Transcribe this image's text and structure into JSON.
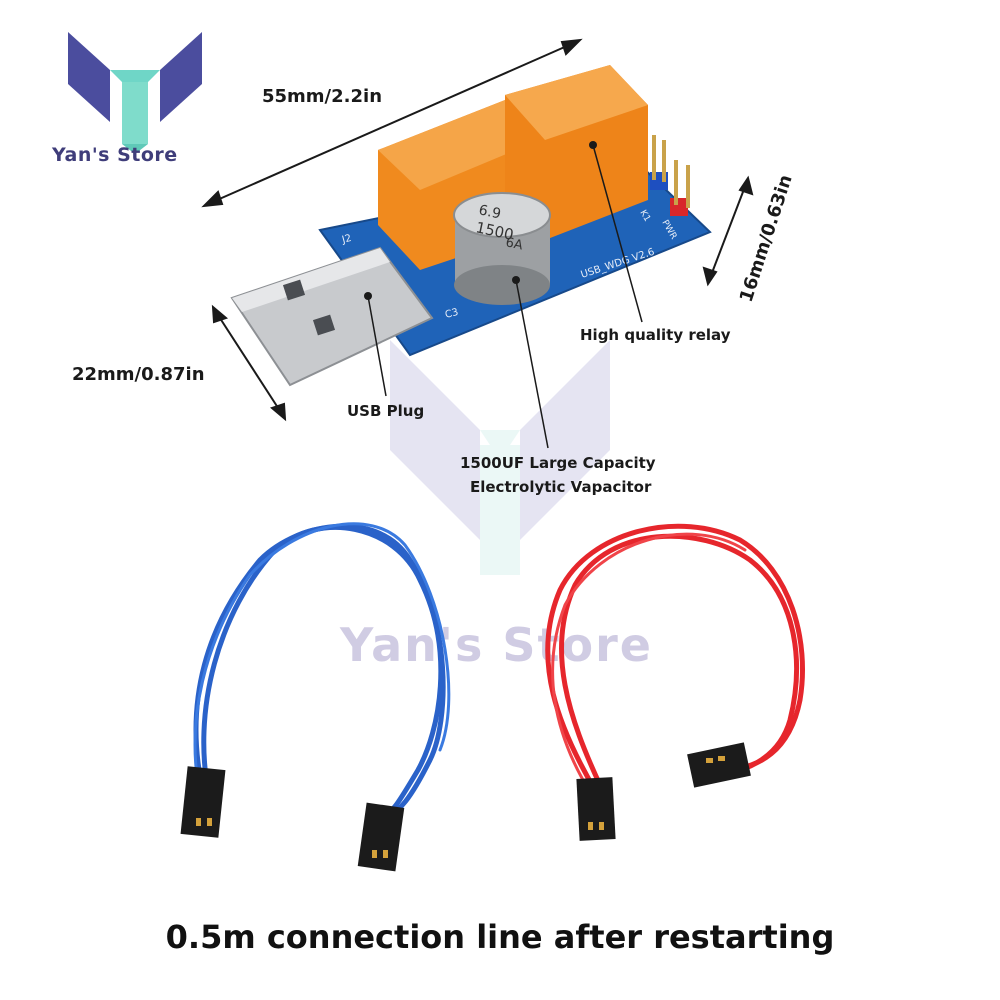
{
  "store": {
    "logo_text": "Yan's Store",
    "watermark_text": "Yan's Store"
  },
  "product": {
    "capacitor_marking_1": "6.9",
    "capacitor_marking_2": "1500",
    "capacitor_marking_3": "6A",
    "board_label": "USB_WDG V2.6",
    "j2_label": "J2",
    "c3_label": "C3",
    "k1_label": "K1",
    "pwr_label": "PWR"
  },
  "dimensions": {
    "length": "55mm/2.2in",
    "width": "22mm/0.87in",
    "height": "16mm/0.63in"
  },
  "callouts": {
    "relay": "High quality relay",
    "usb": "USB Plug",
    "capacitor_line1": "1500UF Large Capacity",
    "capacitor_line2": "Electrolytic Vapacitor"
  },
  "caption": "0.5m connection line after restarting",
  "colors": {
    "board": "#1f63b8",
    "relay": "#f08a1e",
    "wire_blue": "#2a62c9",
    "wire_red": "#e6262c",
    "logo_blue": "#3f3d7a"
  }
}
